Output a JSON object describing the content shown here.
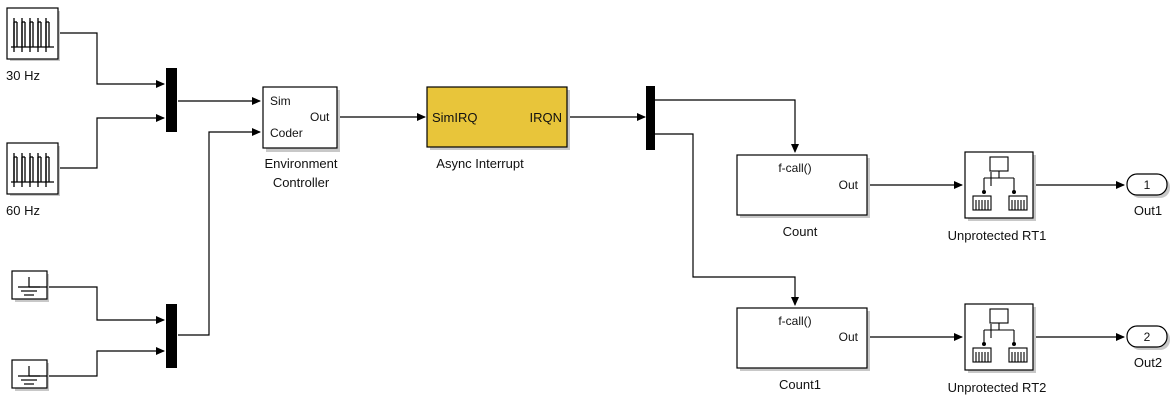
{
  "blocks": {
    "clock30": {
      "label": "30 Hz"
    },
    "clock60": {
      "label": "60 Hz"
    },
    "env_controller": {
      "label_line1": "Environment",
      "label_line2": "Controller",
      "port_sim": "Sim",
      "port_coder": "Coder",
      "port_out": "Out"
    },
    "async_interrupt": {
      "label": "Async Interrupt",
      "port_in": "SimIRQ",
      "port_out": "IRQN",
      "color": "#e8c53a"
    },
    "count": {
      "label": "Count",
      "func": "f-call()",
      "port_out": "Out"
    },
    "count1": {
      "label": "Count1",
      "func": "f-call()",
      "port_out": "Out"
    },
    "rt1": {
      "label": "Unprotected RT1"
    },
    "rt2": {
      "label": "Unprotected RT2"
    },
    "out1": {
      "number": "1",
      "label": "Out1"
    },
    "out2": {
      "number": "2",
      "label": "Out2"
    }
  }
}
